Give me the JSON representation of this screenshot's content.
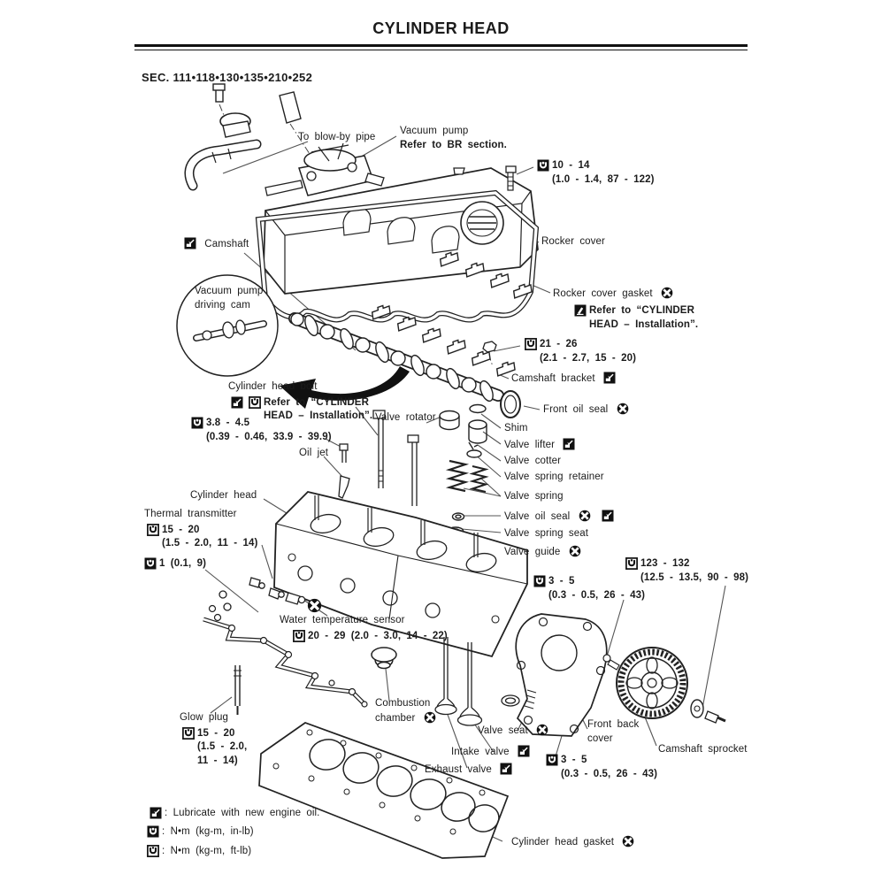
{
  "page": {
    "title": "CYLINDER HEAD",
    "section": "SEC. 111•118•130•135•210•252"
  },
  "colors": {
    "ink": "#1b1b1b",
    "paper": "#ffffff"
  },
  "icons": {
    "lubricate": "oil-can",
    "torque_ftlb": "torque-wrench-outline",
    "torque_inlb": "torque-wrench-filled",
    "replace": "replace-cross-circle",
    "sealant": "liquid-gasket-tube"
  },
  "callouts": {
    "blowby": {
      "text": "To blow-by pipe"
    },
    "vacuum_pump": {
      "text": "Vacuum pump",
      "note": "Refer to BR section."
    },
    "rocker_bolt_torque": {
      "val": "10 - 14",
      "sub": "(1.0 - 1.4, 87 - 122)"
    },
    "rocker_cover": {
      "text": "Rocker cover"
    },
    "camshaft": {
      "text": "Camshaft"
    },
    "vacuum_cam": {
      "line1": "Vacuum pump",
      "line2": "driving cam"
    },
    "rocker_gasket": {
      "text": "Rocker cover gasket"
    },
    "gasket_note": {
      "line1": "Refer to “CYLINDER",
      "line2": "HEAD – Installation”."
    },
    "bracket_torque": {
      "val": "21 - 26",
      "sub": "(2.1 - 2.7, 15 - 20)"
    },
    "camshaft_bracket": {
      "text": "Camshaft bracket"
    },
    "front_oil_seal": {
      "text": "Front oil seal"
    },
    "head_bolt": {
      "text": "Cylinder head bolt",
      "note1": "Refer to “CYLINDER",
      "note2": "HEAD – Installation”."
    },
    "oiljet_torque": {
      "val": "3.8 - 4.5",
      "sub": "(0.39 - 0.46, 33.9 - 39.9)"
    },
    "oil_jet": {
      "text": "Oil jet"
    },
    "valve_rotator": {
      "text": "Valve rotator"
    },
    "shim": {
      "text": "Shim"
    },
    "valve_lifter": {
      "text": "Valve lifter"
    },
    "valve_cotter": {
      "text": "Valve cotter"
    },
    "spring_retainer": {
      "text": "Valve spring retainer"
    },
    "valve_spring": {
      "text": "Valve spring"
    },
    "valve_oil_seal": {
      "text": "Valve oil seal"
    },
    "spring_seat": {
      "text": "Valve spring seat"
    },
    "valve_guide": {
      "text": "Valve guide"
    },
    "cylinder_head": {
      "text": "Cylinder head"
    },
    "thermal": {
      "text": "Thermal transmitter",
      "val": "15 - 20",
      "sub": "(1.5 - 2.0, 11 - 14)"
    },
    "small_torque": {
      "val": "1 (0.1, 9)"
    },
    "water_temp": {
      "text": "Water temperature sensor",
      "val": "20 - 29 (2.0 - 3.0, 14 - 22)"
    },
    "glow_plug": {
      "text": "Glow plug",
      "val": "15 - 20",
      "sub1": "(1.5 - 2.0,",
      "sub2": "11 - 14)"
    },
    "combustion": {
      "line1": "Combustion",
      "line2": "chamber"
    },
    "valve_seat": {
      "text": "Valve seat"
    },
    "intake_valve": {
      "text": "Intake valve"
    },
    "exhaust_valve": {
      "text": "Exhaust valve"
    },
    "seat_torque": {
      "val": "3 - 5",
      "sub": "(0.3 - 0.5, 26 - 43)"
    },
    "cover_torque": {
      "val": "3 - 5",
      "sub": "(0.3 - 0.5, 26 - 43)"
    },
    "sprocket_torque": {
      "val": "123 - 132",
      "sub": "(12.5 - 13.5, 90 - 98)"
    },
    "front_back_cover": {
      "line1": "Front back",
      "line2": "cover"
    },
    "camshaft_sprocket": {
      "text": "Camshaft sprocket"
    },
    "head_gasket": {
      "text": "Cylinder head gasket"
    }
  },
  "legend": {
    "lube": ": Lubricate with new engine oil.",
    "inlb": ": N•m (kg-m, in-lb)",
    "ftlb": ": N•m (kg-m, ft-lb)"
  }
}
